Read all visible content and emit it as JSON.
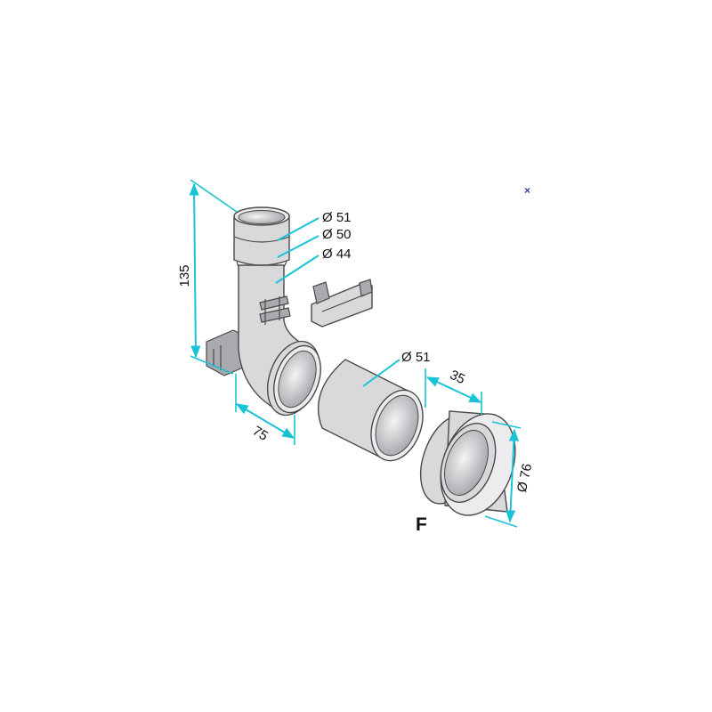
{
  "labels": {
    "top_outer_diameter": "Ø 51",
    "top_mid_diameter": "Ø 50",
    "top_inner_diameter": "Ø 44",
    "height": "135",
    "width": "75",
    "sleeve_diameter": "Ø 51",
    "ring_depth": "35",
    "ring_diameter": "Ø 76",
    "part_letter": "F",
    "corner_mark": "×"
  },
  "colors": {
    "dimension": "#19c3d6",
    "outline": "#4a4a4a",
    "part_fill": "#d9d9dc",
    "corner_mark": "#2a3fa8"
  }
}
